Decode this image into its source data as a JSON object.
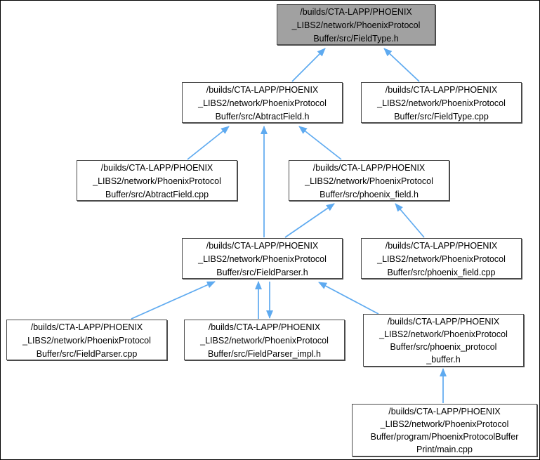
{
  "diagram": {
    "kind": "include-dependency-graph"
  },
  "colors": {
    "arrow": "#5EAAF0",
    "highlight_node_fill": "#A1A1A1",
    "node_fill": "#FFFFFF",
    "node_border": "#4A4A4A",
    "text": "#000000"
  },
  "nodes": {
    "field_type_h": {
      "highlighted": true,
      "lines": [
        "/builds/CTA-LAPP/PHOENIX",
        "_LIBS2/network/PhoenixProtocol",
        "Buffer/src/FieldType.h"
      ]
    },
    "abtract_field_h": {
      "highlighted": false,
      "lines": [
        "/builds/CTA-LAPP/PHOENIX",
        "_LIBS2/network/PhoenixProtocol",
        "Buffer/src/AbtractField.h"
      ]
    },
    "field_type_cpp": {
      "highlighted": false,
      "lines": [
        "/builds/CTA-LAPP/PHOENIX",
        "_LIBS2/network/PhoenixProtocol",
        "Buffer/src/FieldType.cpp"
      ]
    },
    "abtract_field_cpp": {
      "highlighted": false,
      "lines": [
        "/builds/CTA-LAPP/PHOENIX",
        "_LIBS2/network/PhoenixProtocol",
        "Buffer/src/AbtractField.cpp"
      ]
    },
    "phoenix_field_h": {
      "highlighted": false,
      "lines": [
        "/builds/CTA-LAPP/PHOENIX",
        "_LIBS2/network/PhoenixProtocol",
        "Buffer/src/phoenix_field.h"
      ]
    },
    "field_parser_h": {
      "highlighted": false,
      "lines": [
        "/builds/CTA-LAPP/PHOENIX",
        "_LIBS2/network/PhoenixProtocol",
        "Buffer/src/FieldParser.h"
      ]
    },
    "phoenix_field_cpp": {
      "highlighted": false,
      "lines": [
        "/builds/CTA-LAPP/PHOENIX",
        "_LIBS2/network/PhoenixProtocol",
        "Buffer/src/phoenix_field.cpp"
      ]
    },
    "field_parser_cpp": {
      "highlighted": false,
      "lines": [
        "/builds/CTA-LAPP/PHOENIX",
        "_LIBS2/network/PhoenixProtocol",
        "Buffer/src/FieldParser.cpp"
      ]
    },
    "field_parser_impl_h": {
      "highlighted": false,
      "lines": [
        "/builds/CTA-LAPP/PHOENIX",
        "_LIBS2/network/PhoenixProtocol",
        "Buffer/src/FieldParser_impl.h"
      ]
    },
    "phoenix_protocol_buffer_h": {
      "highlighted": false,
      "lines": [
        "/builds/CTA-LAPP/PHOENIX",
        "_LIBS2/network/PhoenixProtocol",
        "Buffer/src/phoenix_protocol",
        "_buffer.h"
      ]
    },
    "main_cpp": {
      "highlighted": false,
      "lines": [
        "/builds/CTA-LAPP/PHOENIX",
        "_LIBS2/network/PhoenixProtocol",
        "Buffer/program/PhoenixProtocolBuffer",
        "Print/main.cpp"
      ]
    }
  },
  "edges": [
    {
      "from": "abtract_field_h",
      "to": "field_type_h"
    },
    {
      "from": "field_type_cpp",
      "to": "field_type_h"
    },
    {
      "from": "abtract_field_cpp",
      "to": "abtract_field_h"
    },
    {
      "from": "field_parser_h",
      "to": "abtract_field_h"
    },
    {
      "from": "phoenix_field_h",
      "to": "abtract_field_h"
    },
    {
      "from": "field_parser_h",
      "to": "phoenix_field_h"
    },
    {
      "from": "phoenix_field_cpp",
      "to": "phoenix_field_h"
    },
    {
      "from": "field_parser_cpp",
      "to": "field_parser_h"
    },
    {
      "from": "field_parser_impl_h",
      "to": "field_parser_h"
    },
    {
      "from": "field_parser_h",
      "to": "field_parser_impl_h"
    },
    {
      "from": "phoenix_protocol_buffer_h",
      "to": "field_parser_h"
    },
    {
      "from": "main_cpp",
      "to": "phoenix_protocol_buffer_h"
    }
  ]
}
